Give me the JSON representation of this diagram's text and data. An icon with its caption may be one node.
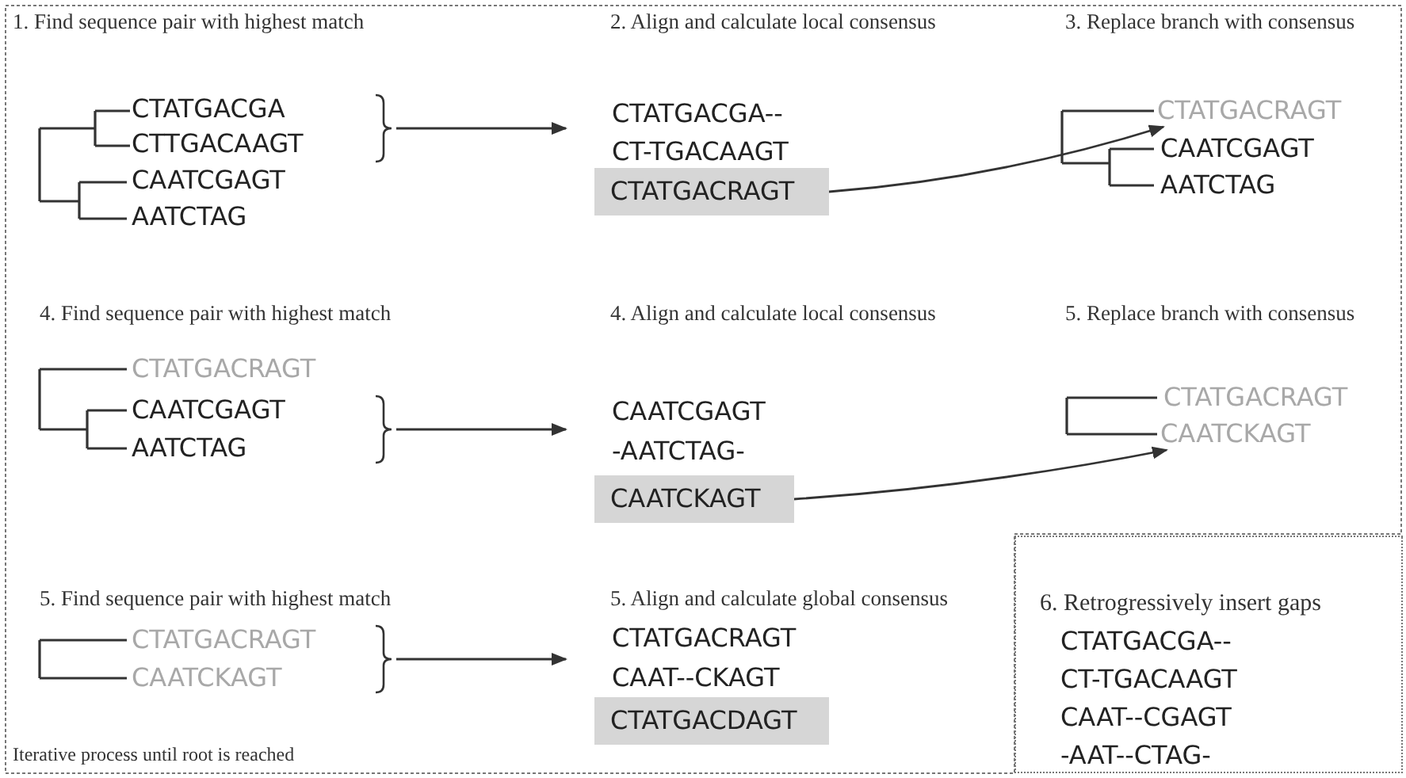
{
  "diagram": {
    "nodes": [
      {
        "text": [
          "Iterative process until root is reached"
        ]
      },
      {
        "text": [
          "CTATGACGA",
          "CTTGACAAGT"
        ],
        "in": 0
      },
      {
        "text": [
          "CTATGACGA--",
          "CT-TGACAAGT"
        ],
        "in": 0
      },
      {
        "text": [
          "CTATGACRAGT"
        ],
        "in": 0
      },
      {
        "text": [
          "CTATGACRAGT"
        ],
        "in": 0
      },
      {
        "text": [
          "CAATCGAGT",
          "AATCTAG"
        ],
        "in": 0
      },
      {
        "text": [
          "CAATCGAGT",
          "-AATCTAG-"
        ],
        "in": 0
      },
      {
        "text": [
          "CAATCKAGT"
        ],
        "in": 0
      },
      {
        "text": [
          "CAATCKAGT"
        ],
        "in": 0
      },
      {
        "text": [
          "CTATGACRAGT",
          "CAATCKAGT"
        ],
        "in": 0
      },
      {
        "text": [
          "CTATGACRAGT",
          "CAAT--CKAGT"
        ],
        "in": 0
      },
      {
        "text": [
          "CTATGACDAGT"
        ],
        "in": 0
      },
      {
        "text": [
          "6. Retrogressively insert gaps",
          "CTATGACGA--",
          "CT-TGACAAGT",
          "CAAT--CGAGT",
          "-AAT--CTAG-"
        ]
      }
    ],
    "edges": [
      {
        "from": 1,
        "to": 2,
        "arrow": "to"
      },
      {
        "from": 3,
        "to": 4,
        "arrow": "to"
      },
      {
        "from": 5,
        "to": 6,
        "arrow": "to"
      },
      {
        "from": 7,
        "to": 8,
        "arrow": "to"
      },
      {
        "from": 9,
        "to": 10,
        "arrow": "to"
      }
    ],
    "labels": [
      "1. Find sequence pair with highest match",
      "CAATCGAGT",
      "AATCTAG",
      "2. Align and calculate local consensus",
      "3. Replace branch with consensus",
      "CAATCGAGT",
      "AATCTAG",
      "4. Find sequence pair with highest match",
      "CTATGACRAGT",
      "4. Align and calculate local consensus",
      "5. Replace branch with consensus",
      "CTATGACRAGT",
      "5. Find sequence pair with highest match",
      "5. Align and calculate global consensus"
    ]
  }
}
